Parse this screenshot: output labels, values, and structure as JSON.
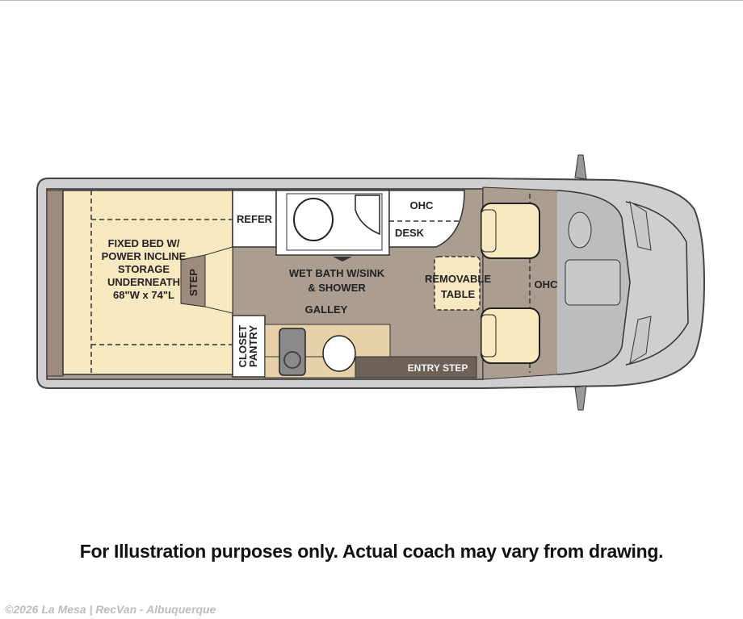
{
  "floorplan": {
    "labels": {
      "bed": [
        "FIXED BED W/",
        "POWER INCLINE",
        "STORAGE",
        "UNDERNEATH",
        "68\"W x 74\"L"
      ],
      "refer": "REFER",
      "step": "STEP",
      "wet_bath": [
        "WET BATH W/SINK",
        "& SHOWER"
      ],
      "galley": "GALLEY",
      "closet": "CLOSET",
      "pantry": "PANTRY",
      "ohc_rear": "OHC",
      "desk": "DESK",
      "table": [
        "REMOVABLE",
        "TABLE"
      ],
      "ohc_cab": "OHC",
      "entry_step": "ENTRY STEP"
    },
    "colors": {
      "bed": "#f8e9c1",
      "floor": "#ab9d8f",
      "body": "#cfcfd1",
      "entry": "#6e6258"
    }
  },
  "disclaimer": "For Illustration purposes only.  Actual coach may vary from drawing.",
  "copyright": "©2026 La Mesa | RecVan - Albuquerque"
}
